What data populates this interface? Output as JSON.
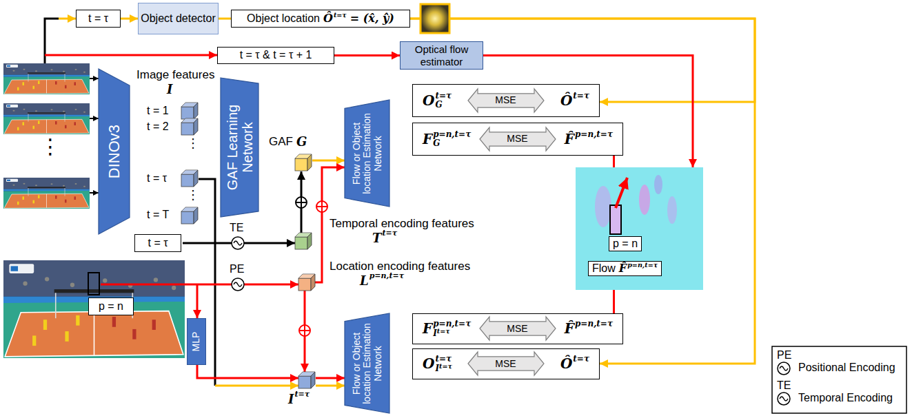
{
  "diagram": {
    "nodes": [
      {
        "text": [
          "t = τ"
        ]
      },
      {
        "text": [
          "Object detector"
        ]
      },
      {
        "text": [
          "Object location",
          "Ô",
          "t=τ",
          "= (x̂, ŷ)"
        ]
      },
      {
        "text": [
          "t = τ & t = τ + 1"
        ]
      },
      {
        "text": [
          "Optical flow estimator"
        ]
      },
      {
        "text": [
          "DINOv3"
        ]
      },
      {
        "text": [
          "GAF Learning Network"
        ]
      },
      {
        "text": [
          "Flow or Object location Estimation Network"
        ]
      },
      {
        "text": [
          "O",
          "t=τ",
          "G",
          "Ô",
          "t=τ"
        ]
      },
      {
        "text": [
          "MSE"
        ],
        "in": 8
      },
      {
        "text": [
          "F",
          "p=n,t=τ",
          "G",
          "F̂",
          "p=n,t=τ"
        ]
      },
      {
        "text": [
          "MSE"
        ],
        "in": 10
      },
      {
        "text": [
          "t = τ"
        ]
      },
      {
        "text": [
          "p = n"
        ]
      },
      {
        "text": [
          "MLP"
        ]
      },
      {
        "text": [
          "p = n",
          "Flow",
          "F̂",
          "p=n,t=τ"
        ]
      },
      {
        "text": [
          "Flow or Object location Estimation Network"
        ]
      },
      {
        "text": [
          "F",
          "p=n,t=τ",
          "I",
          "t=τ",
          "F̂",
          "p=n,t=τ"
        ]
      },
      {
        "text": [
          "MSE"
        ],
        "in": 17
      },
      {
        "text": [
          "O",
          "t=τ",
          "I",
          "t=τ",
          "Ô",
          "t=τ"
        ]
      },
      {
        "text": [
          "MSE"
        ],
        "in": 19
      }
    ],
    "edges": [
      {
        "from": 0,
        "to": 1,
        "arrow": "to"
      },
      {
        "from": 1,
        "to": 2,
        "arrow": "none"
      },
      {
        "from": 2,
        "to": 8,
        "arrow": "to"
      },
      {
        "from": 2,
        "to": 19,
        "arrow": "to"
      },
      {
        "from": 3,
        "to": 4,
        "arrow": "to"
      },
      {
        "from": 4,
        "to": 15,
        "arrow": "to"
      },
      {
        "from": 15,
        "to": 10,
        "arrow": "to"
      },
      {
        "from": 15,
        "to": 17,
        "arrow": "to"
      }
    ],
    "labels": [
      "Image features",
      "I",
      "t = 1",
      "t = 2",
      "⋮",
      "t = τ",
      "⋮",
      "t = T",
      "⋮",
      "GAF",
      "G",
      "TE",
      "Temporal encoding features",
      "T",
      "t=τ",
      "PE",
      "Location encoding features",
      "L",
      "p=n,t=τ",
      "I",
      "t=τ",
      "PE",
      "TE"
    ],
    "legend": [
      {
        "text": "Positional Encoding"
      },
      {
        "text": "Temporal Encoding"
      }
    ]
  }
}
